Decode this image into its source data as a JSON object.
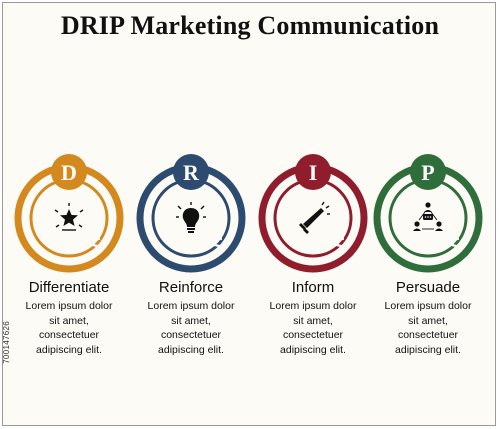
{
  "title": "DRIP Marketing Communication",
  "stock_id": "700147626",
  "items": [
    {
      "letter": "D",
      "label": "Differentiate",
      "description": "Lorem ipsum dolor\nsit amet,\nconsectetuer\nadipiscing elit.",
      "color": "#d4891e",
      "icon": "star-icon"
    },
    {
      "letter": "R",
      "label": "Reinforce",
      "description": "Lorem ipsum dolor\nsit amet,\nconsectetuer\nadipiscing elit.",
      "color": "#2c4b6e",
      "icon": "lightbulb-icon"
    },
    {
      "letter": "I",
      "label": "Inform",
      "description": "Lorem ipsum dolor\nsit amet,\nconsectetuer\nadipiscing elit.",
      "color": "#8f1d2c",
      "icon": "megaphone-icon"
    },
    {
      "letter": "P",
      "label": "Persuade",
      "description": "Lorem ipsum dolor\nsit amet,\nconsectetuer\nadipiscing elit.",
      "color": "#2f6e3b",
      "icon": "people-network-icon"
    }
  ]
}
